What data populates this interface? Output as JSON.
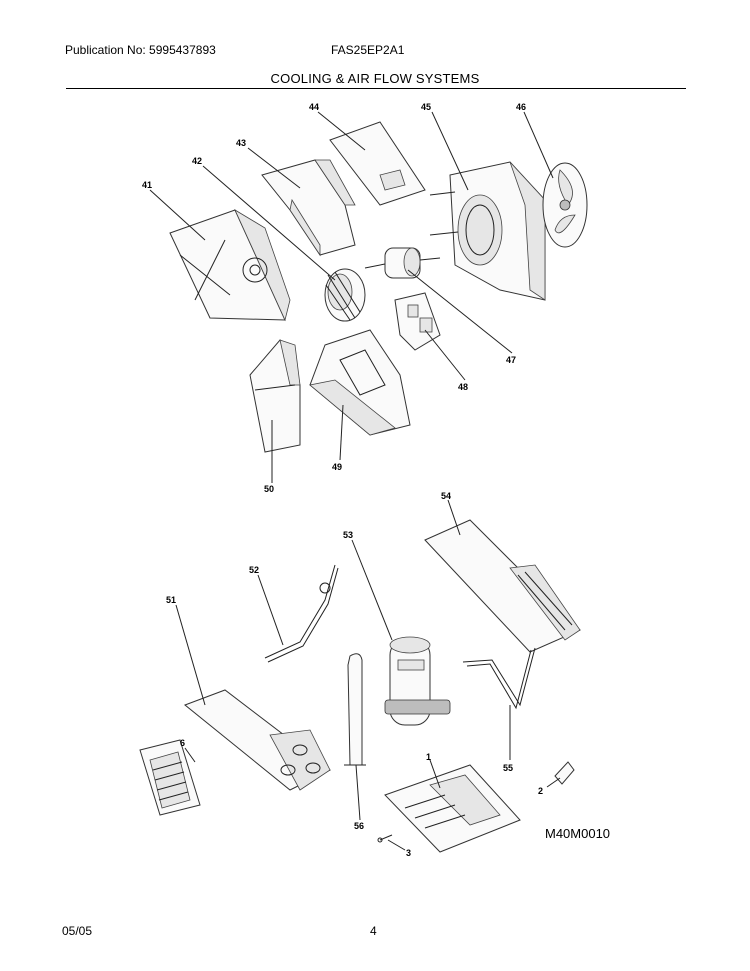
{
  "header": {
    "publication": "Publication No: 5995437893",
    "model": "FAS25EP2A1",
    "section_title": "COOLING & AIR FLOW SYSTEMS"
  },
  "callouts": [
    "41",
    "42",
    "43",
    "44",
    "45",
    "46",
    "47",
    "48",
    "49",
    "50",
    "51",
    "52",
    "53",
    "54",
    "55",
    "56",
    "6",
    "1",
    "2",
    "3"
  ],
  "figure_id": "M40M0010",
  "footer": {
    "date": "05/05",
    "page": "4"
  }
}
